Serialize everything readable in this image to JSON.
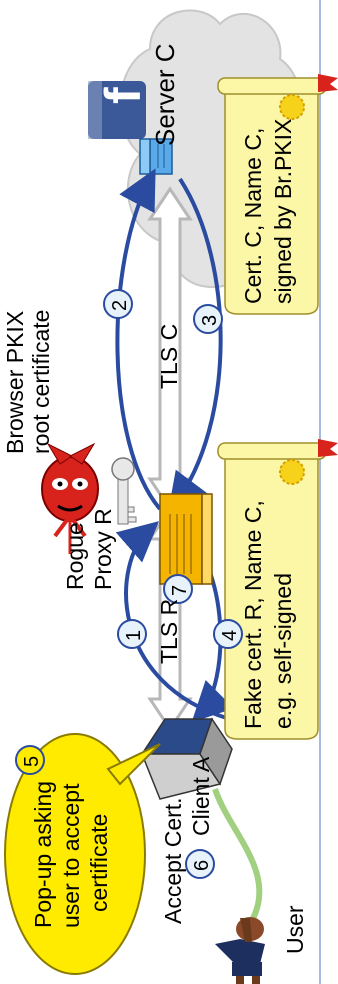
{
  "diagram": {
    "server_label": "Server C",
    "browser_root_label_1": "Browser PKIX",
    "browser_root_label_2": "root certificate",
    "proxy_label_1": "Rogue",
    "proxy_label_2": "Proxy R",
    "tls_c_label": "TLS  C",
    "tls_r_label": "TLS  R",
    "cert_c_line1": "Cert. C, Name C,",
    "cert_c_line2": "signed by Br.PKIX",
    "fake_cert_line1": "Fake cert. R, Name C,",
    "fake_cert_line2": "e.g. self-signed",
    "popup_line1": "Pop-up asking",
    "popup_line2": "user to accept",
    "popup_line3": "certificate",
    "accept_cert_label": "Accept Cert.",
    "client_label": "Client A",
    "user_label": "User",
    "server_logo_letter": "f",
    "steps": [
      "1",
      "2",
      "3",
      "4",
      "5",
      "6",
      "7"
    ]
  },
  "colors": {
    "cloud": "#e3e3e3",
    "scroll": "#fbf7a6",
    "popup": "#ffeb00",
    "arrow_blue": "#2a4ba0",
    "tls_arrow": "#b8b8b8",
    "server_box": "#5aa9e8",
    "proxy_box": "#f5b400",
    "devil": "#d8231c",
    "logo_blue": "#3b5998"
  },
  "icons": [
    "cloud-icon",
    "facebook-logo-icon",
    "server-icon",
    "devil-icon",
    "key-icon",
    "proxy-server-icon",
    "laptop-icon",
    "user-figure-icon",
    "seal-icon",
    "ribbon-icon"
  ]
}
